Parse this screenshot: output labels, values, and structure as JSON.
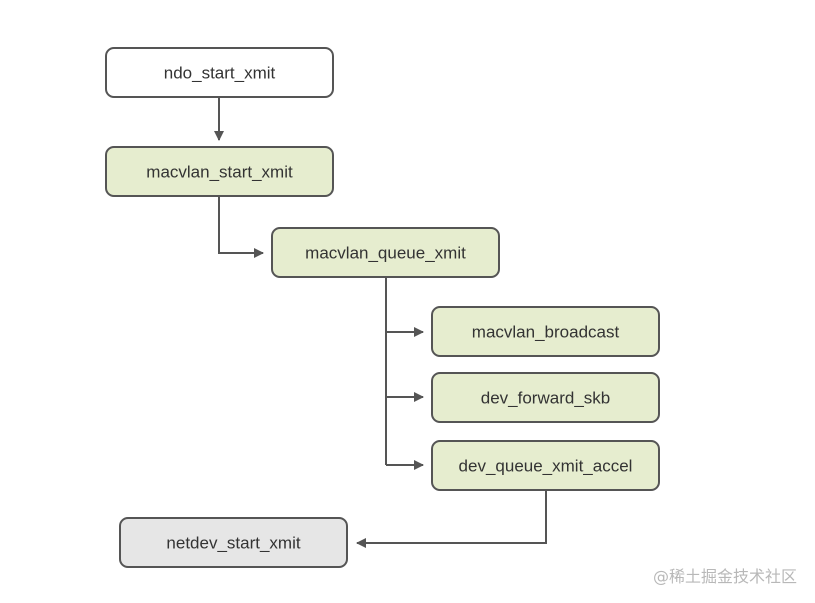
{
  "colors": {
    "white_fill": "#ffffff",
    "green_fill": "#e6edcf",
    "gray_fill": "#e6e6e6",
    "stroke": "#555555",
    "text": "#333333",
    "watermark": "#b8b8b8"
  },
  "nodes": {
    "ndo_start_xmit": "ndo_start_xmit",
    "macvlan_start_xmit": "macvlan_start_xmit",
    "macvlan_queue_xmit": "macvlan_queue_xmit",
    "macvlan_broadcast": "macvlan_broadcast",
    "dev_forward_skb": "dev_forward_skb",
    "dev_queue_xmit_accel": "dev_queue_xmit_accel",
    "netdev_start_xmit": "netdev_start_xmit"
  },
  "watermark": "@稀土掘金技术社区"
}
